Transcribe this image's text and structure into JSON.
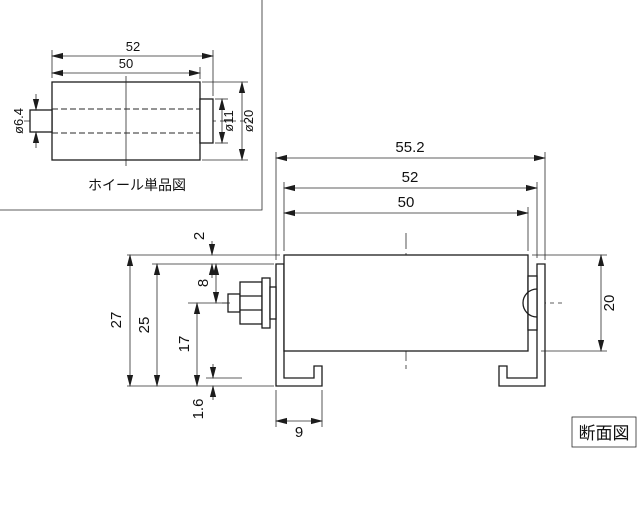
{
  "inset": {
    "title": "ホイール単品図",
    "dim_overall_length": "52",
    "dim_body_length": "50",
    "dim_bore": "ø6.4",
    "dim_hub_dia": "ø11",
    "dim_outer_dia": "ø20"
  },
  "section": {
    "title": "断面図",
    "dim_frame_width": "55.2",
    "dim_roller_overall": "52",
    "dim_roller_body": "50",
    "dim_top_clearance": "2",
    "dim_center_to_frame_top": "8",
    "dim_frame_height": "27",
    "dim_side_height": "25",
    "dim_axle_height": "17",
    "dim_plate_thickness": "1.6",
    "dim_flange_width": "9",
    "dim_roller_dia": "20"
  }
}
